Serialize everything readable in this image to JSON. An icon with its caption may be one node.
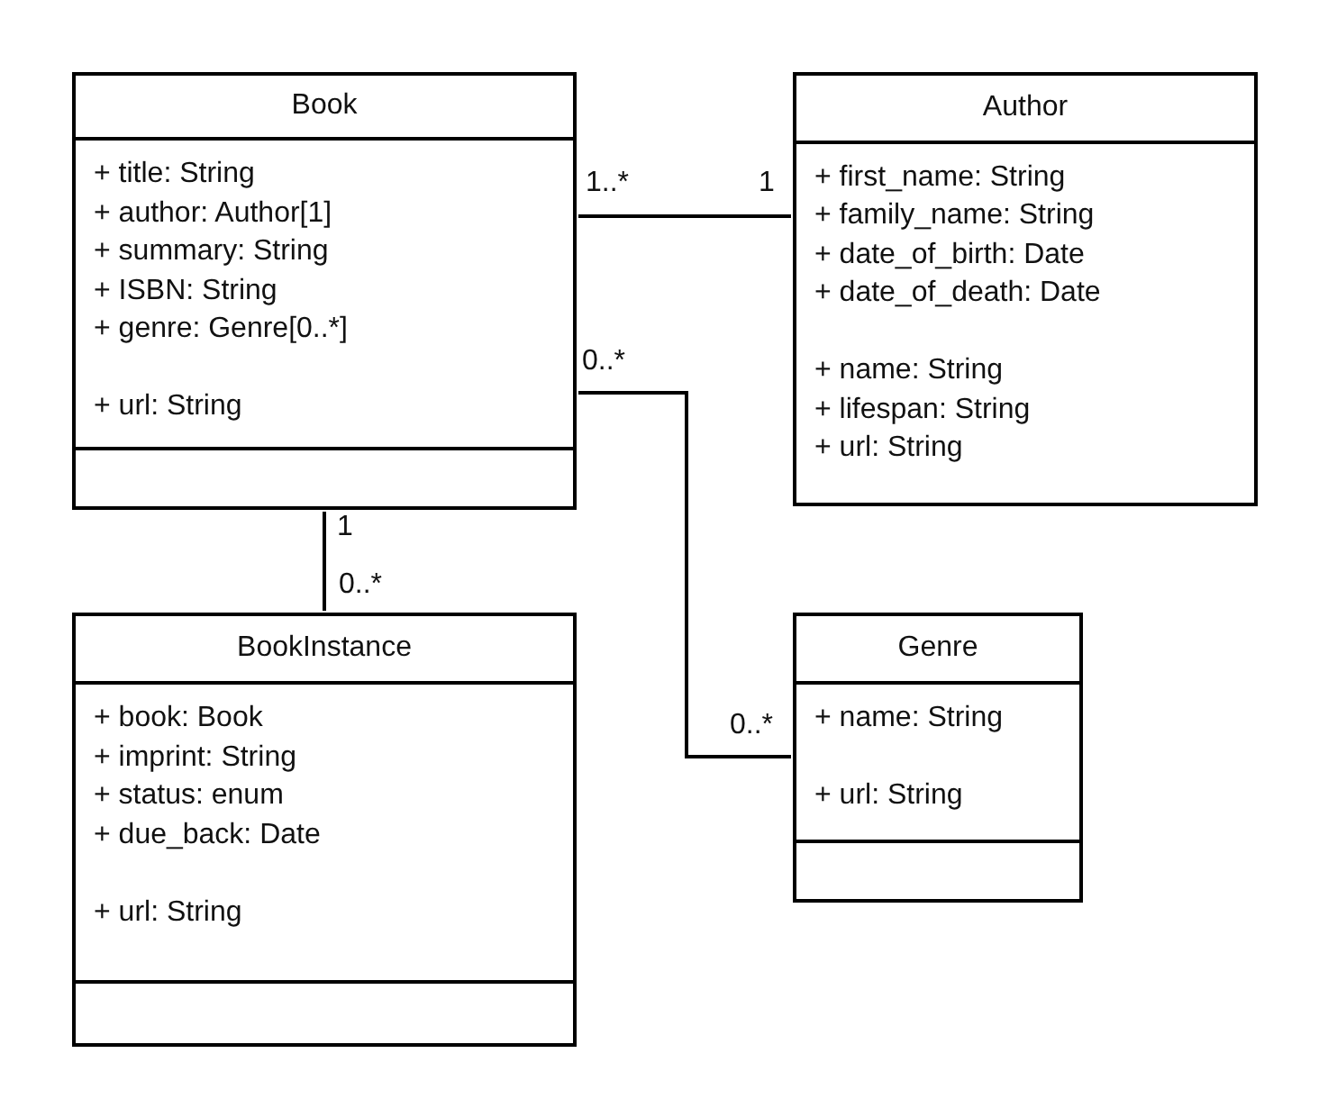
{
  "diagram": {
    "nodes": [
      {
        "text": [
          "Book",
          "+ title: String",
          "+ author: Author[1]",
          "+ summary: String",
          "+ ISBN: String",
          "+ genre: Genre[0..*]",
          "+ url: String"
        ]
      },
      {
        "text": [
          "Author",
          "+ first_name: String",
          "+ family_name: String",
          "+ date_of_birth: Date",
          "+ date_of_death: Date",
          "+ name: String",
          "+ lifespan: String",
          "+ url: String"
        ]
      },
      {
        "text": [
          "BookInstance",
          "+ book: Book",
          "+ imprint: String",
          "+ status: enum",
          "+ due_back: Date",
          "+ url: String"
        ]
      },
      {
        "text": [
          "Genre",
          "+ name: String",
          "+ url: String"
        ]
      }
    ],
    "edges": [
      {
        "from": 0,
        "to": 1,
        "arrow": "none"
      },
      {
        "from": 0,
        "to": 2,
        "arrow": "none"
      },
      {
        "from": 0,
        "to": 3,
        "arrow": "none"
      }
    ],
    "labels": [
      "1..*",
      "1",
      "0..*",
      "1",
      "0..*",
      "0..*"
    ]
  }
}
